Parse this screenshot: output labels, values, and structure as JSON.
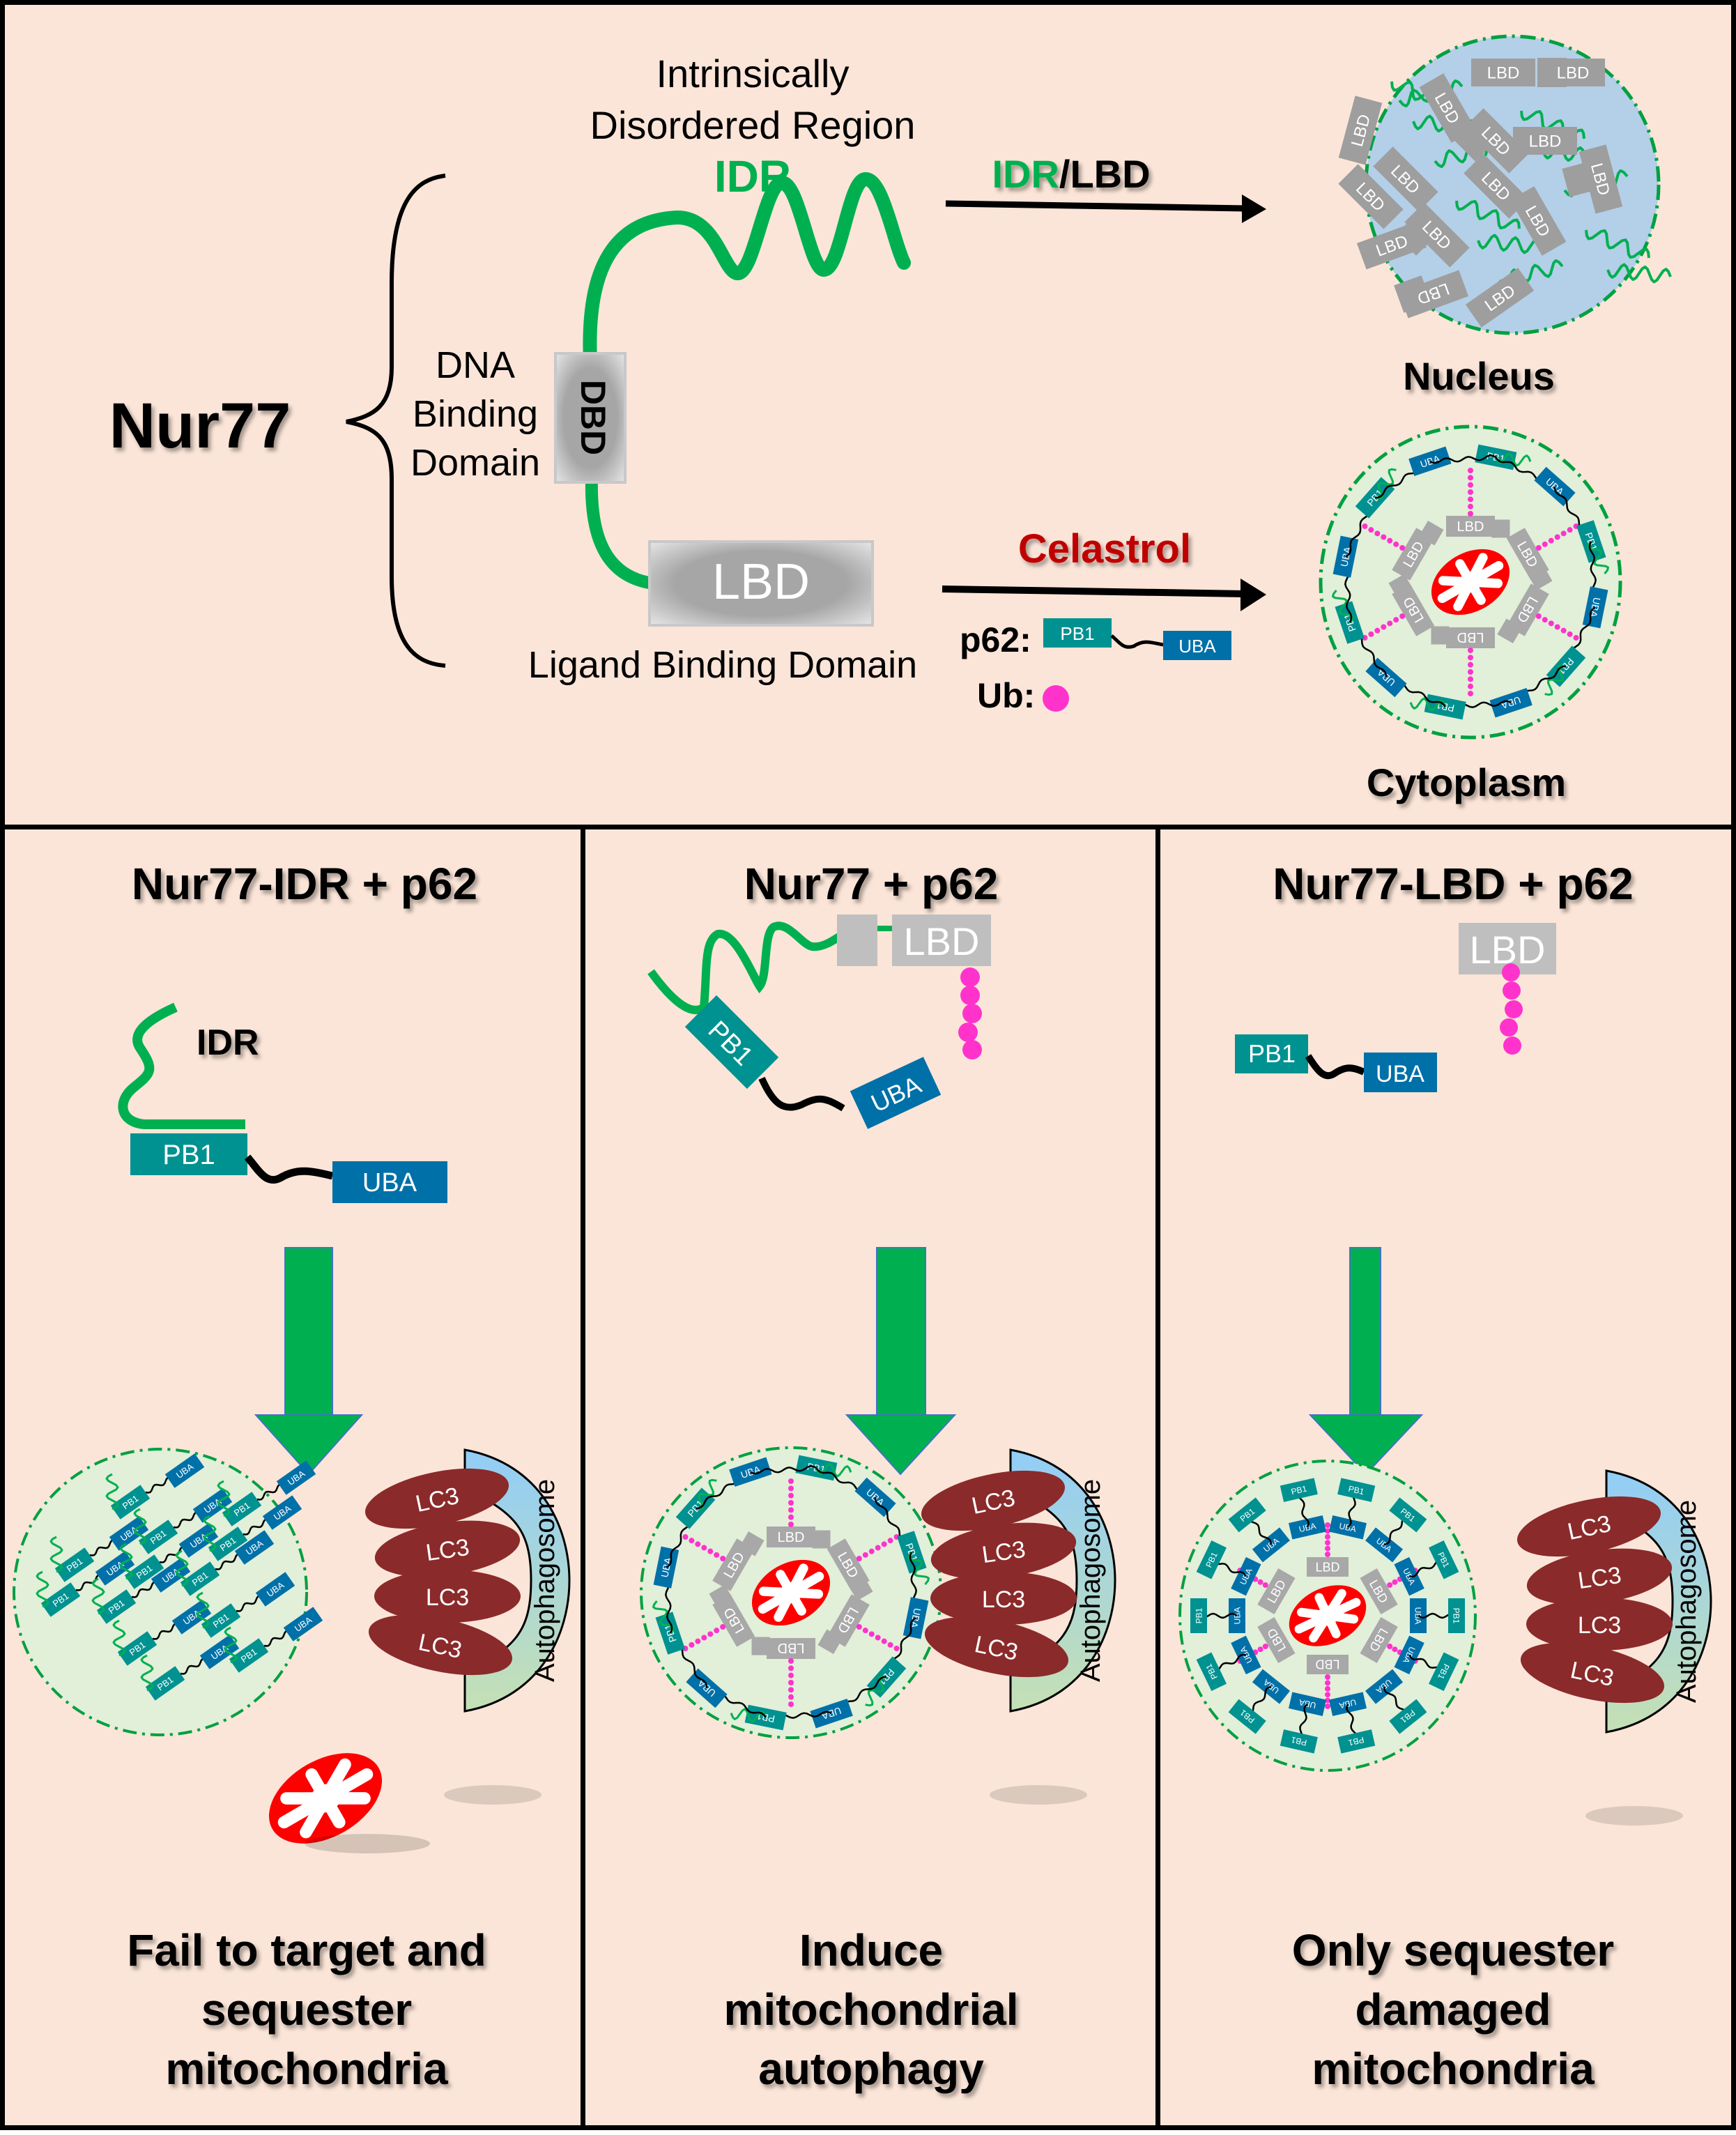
{
  "top": {
    "protein_name": "Nur77",
    "idr_full_line1": "Intrinsically",
    "idr_full_line2": "Disordered Region",
    "idr_abbrev": "IDR",
    "dbd_line1": "DNA",
    "dbd_line2": "Binding",
    "dbd_line3": "Domain",
    "dbd_abbrev": "DBD",
    "lbd_abbrev": "LBD",
    "lbd_full": "Ligand Binding Domain",
    "arrow1_label_green": "IDR",
    "arrow1_label_black": "/LBD",
    "arrow2_label": "Celastrol",
    "legend_p62": "p62:",
    "legend_ub": "Ub:",
    "pb1": "PB1",
    "uba": "UBA",
    "nucleus_label": "Nucleus",
    "cytoplasm_label": "Cytoplasm"
  },
  "panels": [
    {
      "title": "Nur77-IDR + p62",
      "construct_label": "IDR",
      "pb1": "PB1",
      "uba": "UBA",
      "lc3": [
        "LC3",
        "LC3",
        "LC3",
        "LC3"
      ],
      "autophagosome": "Autophagosome",
      "outcome": [
        "Fail to target and",
        "sequester",
        "mitochondria"
      ]
    },
    {
      "title": "Nur77 + p62",
      "construct_label": "LBD",
      "pb1": "PB1",
      "uba": "UBA",
      "lc3": [
        "LC3",
        "LC3",
        "LC3",
        "LC3"
      ],
      "autophagosome": "Autophagosome",
      "outcome": [
        "Induce",
        "mitochondrial",
        "autophagy"
      ]
    },
    {
      "title": "Nur77-LBD + p62",
      "construct_label": "LBD",
      "pb1": "PB1",
      "uba": "UBA",
      "lc3": [
        "LC3",
        "LC3",
        "LC3",
        "LC3"
      ],
      "autophagosome": "Autophagosome",
      "outcome": [
        "Only sequester",
        "damaged",
        "mitochondria"
      ]
    }
  ],
  "colors": {
    "background": "#fbe5d8",
    "idr_green": "#00b050",
    "celastrol_red": "#c00000",
    "pb1_teal": "#009191",
    "uba_blue": "#0070a8",
    "ub_pink": "#ff33cc",
    "lbd_gray": "#bfbfbf",
    "lc3_brown": "#8b2a2a",
    "mito_red": "#ff0000",
    "nucleus_blue": "#b4cfe8",
    "condensate_green": "#e2efd9"
  }
}
